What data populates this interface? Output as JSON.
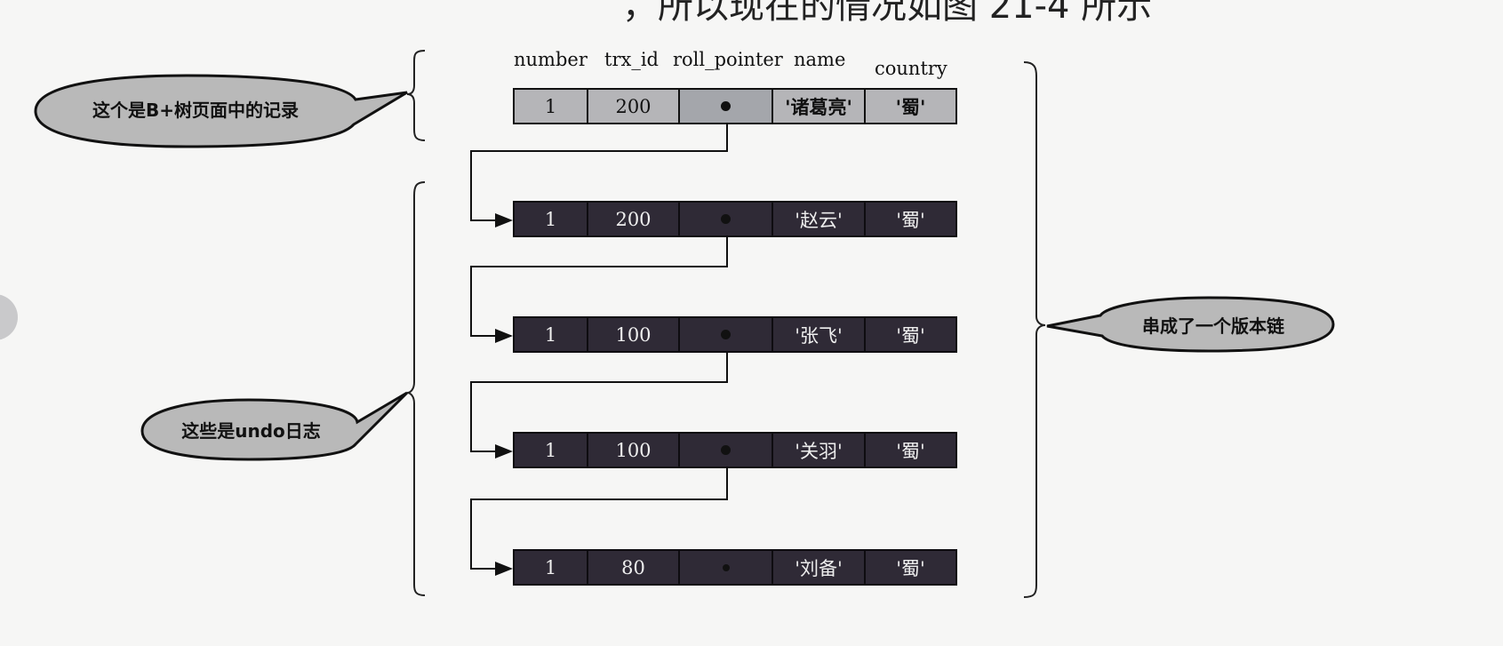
{
  "caption": "，所以现在的情况如图 21-4 所示",
  "columns": [
    "number",
    "trx_id",
    "roll_pointer",
    "name",
    "country"
  ],
  "record": {
    "number": "1",
    "trx_id": "200",
    "name": "'诸葛亮'",
    "country": "'蜀'"
  },
  "undo_logs": [
    {
      "number": "1",
      "trx_id": "200",
      "name": "'赵云'",
      "country": "'蜀'"
    },
    {
      "number": "1",
      "trx_id": "100",
      "name": "'张飞'",
      "country": "'蜀'"
    },
    {
      "number": "1",
      "trx_id": "100",
      "name": "'关羽'",
      "country": "'蜀'"
    },
    {
      "number": "1",
      "trx_id": "80",
      "name": "'刘备'",
      "country": "'蜀'"
    }
  ],
  "callouts": {
    "record": "这个是B+树页面中的记录",
    "undo": "这些是undo日志",
    "chain": "串成了一个版本链"
  },
  "colors": {
    "record_fill": "#b5b5b8",
    "undo_fill": "#2f2a36",
    "bubble_fill": "#b9b9b9"
  }
}
